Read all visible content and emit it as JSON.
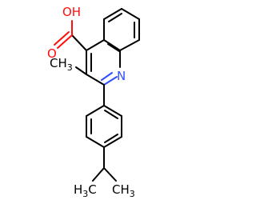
{
  "molecule": {
    "labels": {
      "hydroxyl": "OH",
      "carbonyl_oxygen": "O",
      "nitrogen": "N",
      "methyl_main": "CH",
      "methyl_sub": "3",
      "isopropyl_left_main": "H",
      "isopropyl_left_sub": "3",
      "isopropyl_left_tail": "C",
      "isopropyl_right_main": "CH",
      "isopropyl_right_sub": "3"
    },
    "colors": {
      "carbon_bond": "#000000",
      "oxygen": "#ff0d0d",
      "nitrogen": "#3050f8",
      "background": "#ffffff"
    }
  }
}
